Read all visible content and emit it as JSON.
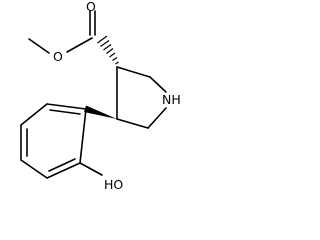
{
  "structure": {
    "atoms": {
      "carbonyl_oxygen": "O",
      "ester_oxygen": "O",
      "ring_nitrogen": "NH",
      "hydroxyl": "HO"
    }
  }
}
